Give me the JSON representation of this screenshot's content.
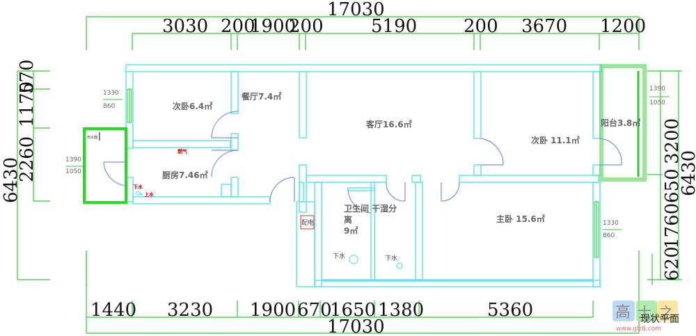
{
  "dimensions": {
    "top_total": "17030",
    "top_segments": [
      "3030",
      "200",
      "1900",
      "200",
      "5190",
      "200",
      "3670",
      "1200"
    ],
    "bottom_segments": [
      "1440",
      "3230",
      "1900",
      "670",
      "1650",
      "1380",
      "5360"
    ],
    "bottom_total": "17030",
    "left_total": "6430",
    "left_segments": [
      "570",
      "1170",
      "2260"
    ],
    "right_total": "6430",
    "right_segments": [
      "3200",
      "650",
      "1760",
      "620"
    ]
  },
  "rooms": {
    "bedroom_small": "次卧6.4㎡",
    "dining": "餐厅7.4㎡",
    "living": "客厅16.6㎡",
    "bedroom_second": "次卧 11.1㎡",
    "balcony": "阳台3.8㎡",
    "kitchen": "厨房7.46㎡",
    "bathroom_line1": "卫生间 干湿分",
    "bathroom_line2": "离",
    "bathroom_line3": "9㎡",
    "master": "主卧 15.6㎡"
  },
  "windows": {
    "w1_top": "1330",
    "w1_bottom": "860",
    "w2_top": "1390",
    "w2_bottom": "1050",
    "w3_top": "1390",
    "w3_bottom": "1050",
    "w4_top": "1330",
    "w4_bottom": "860"
  },
  "annotations": {
    "gas": "燃气",
    "drain_kitchen": "下水",
    "supply_kitchen": "上水",
    "drain_bath1": "下水",
    "drain_bath2": "下水",
    "electric_box": "配电",
    "heater": "热水器"
  },
  "watermark": {
    "logo_chars": [
      "高",
      "士",
      "之"
    ],
    "caption": "现状平面",
    "url": "www.glz8.com"
  },
  "colors": {
    "wall": "#5ee6f0",
    "dimension_line": "#33cc33",
    "door": "#7b8fd9",
    "text": "#111111",
    "room_text": "#666666",
    "red_note": "#e00000"
  }
}
